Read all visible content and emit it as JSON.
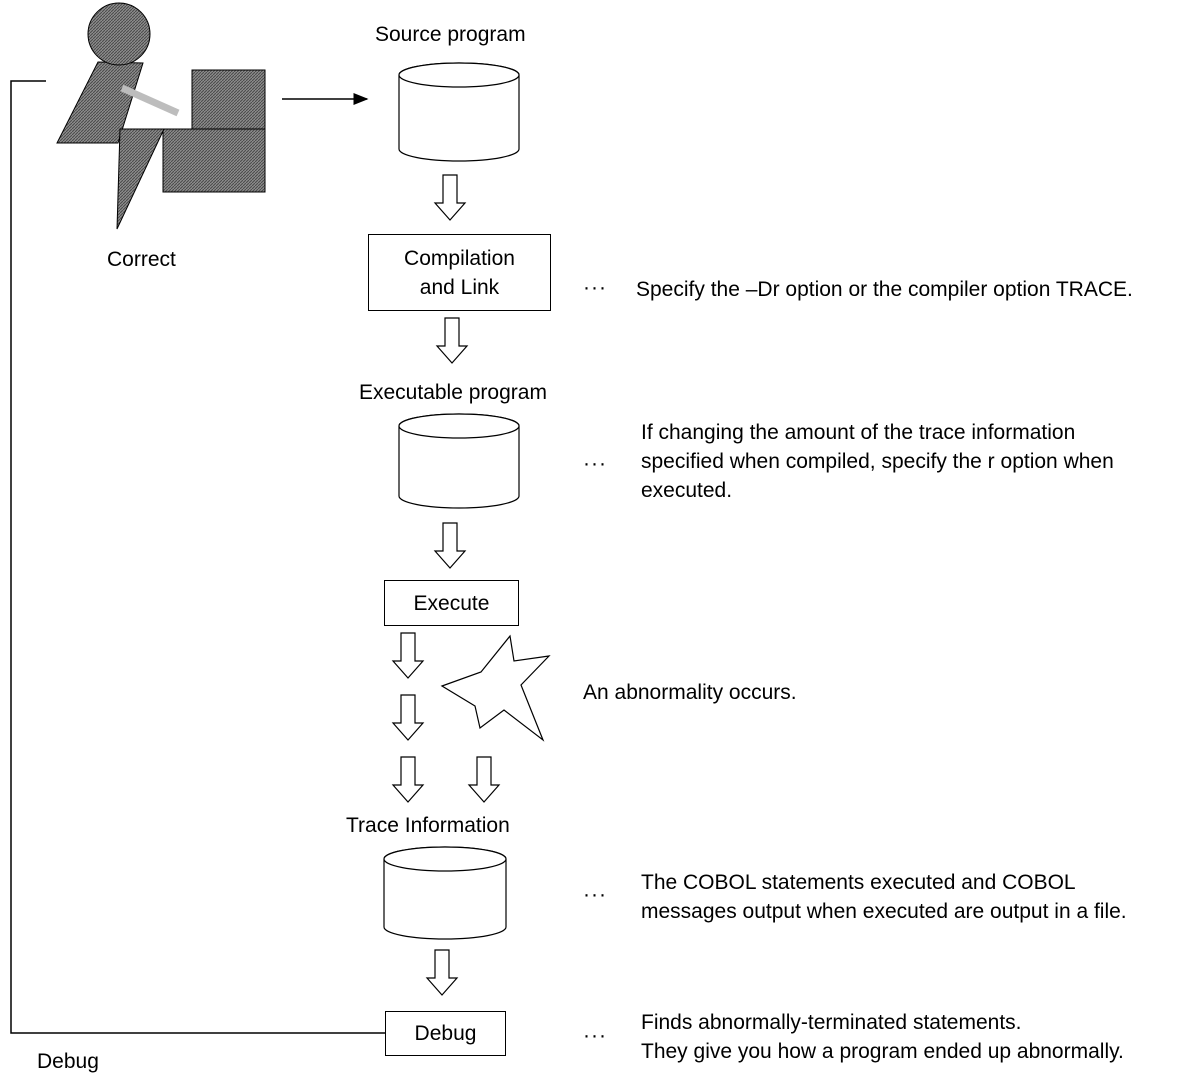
{
  "labels": {
    "source_program": "Source program",
    "correct": "Correct",
    "executable_program": "Executable program",
    "trace_information": "Trace Information",
    "debug_caption": "Debug"
  },
  "steps": {
    "compile_link": "Compilation\nand Link",
    "execute": "Execute",
    "debug": "Debug"
  },
  "notes": {
    "ellipsis": "···",
    "compile": "Specify the –Dr option or the compiler option TRACE.",
    "executable": "If changing the amount of the trace information\nspecified when compiled, specify the r option when\nexecuted.",
    "abnormality": "An abnormality occurs.",
    "trace": "The COBOL statements executed and COBOL\nmessages output when executed are output in a file.",
    "debug": "Finds abnormally-terminated statements.\nThey give you how a program ended up abnormally."
  }
}
